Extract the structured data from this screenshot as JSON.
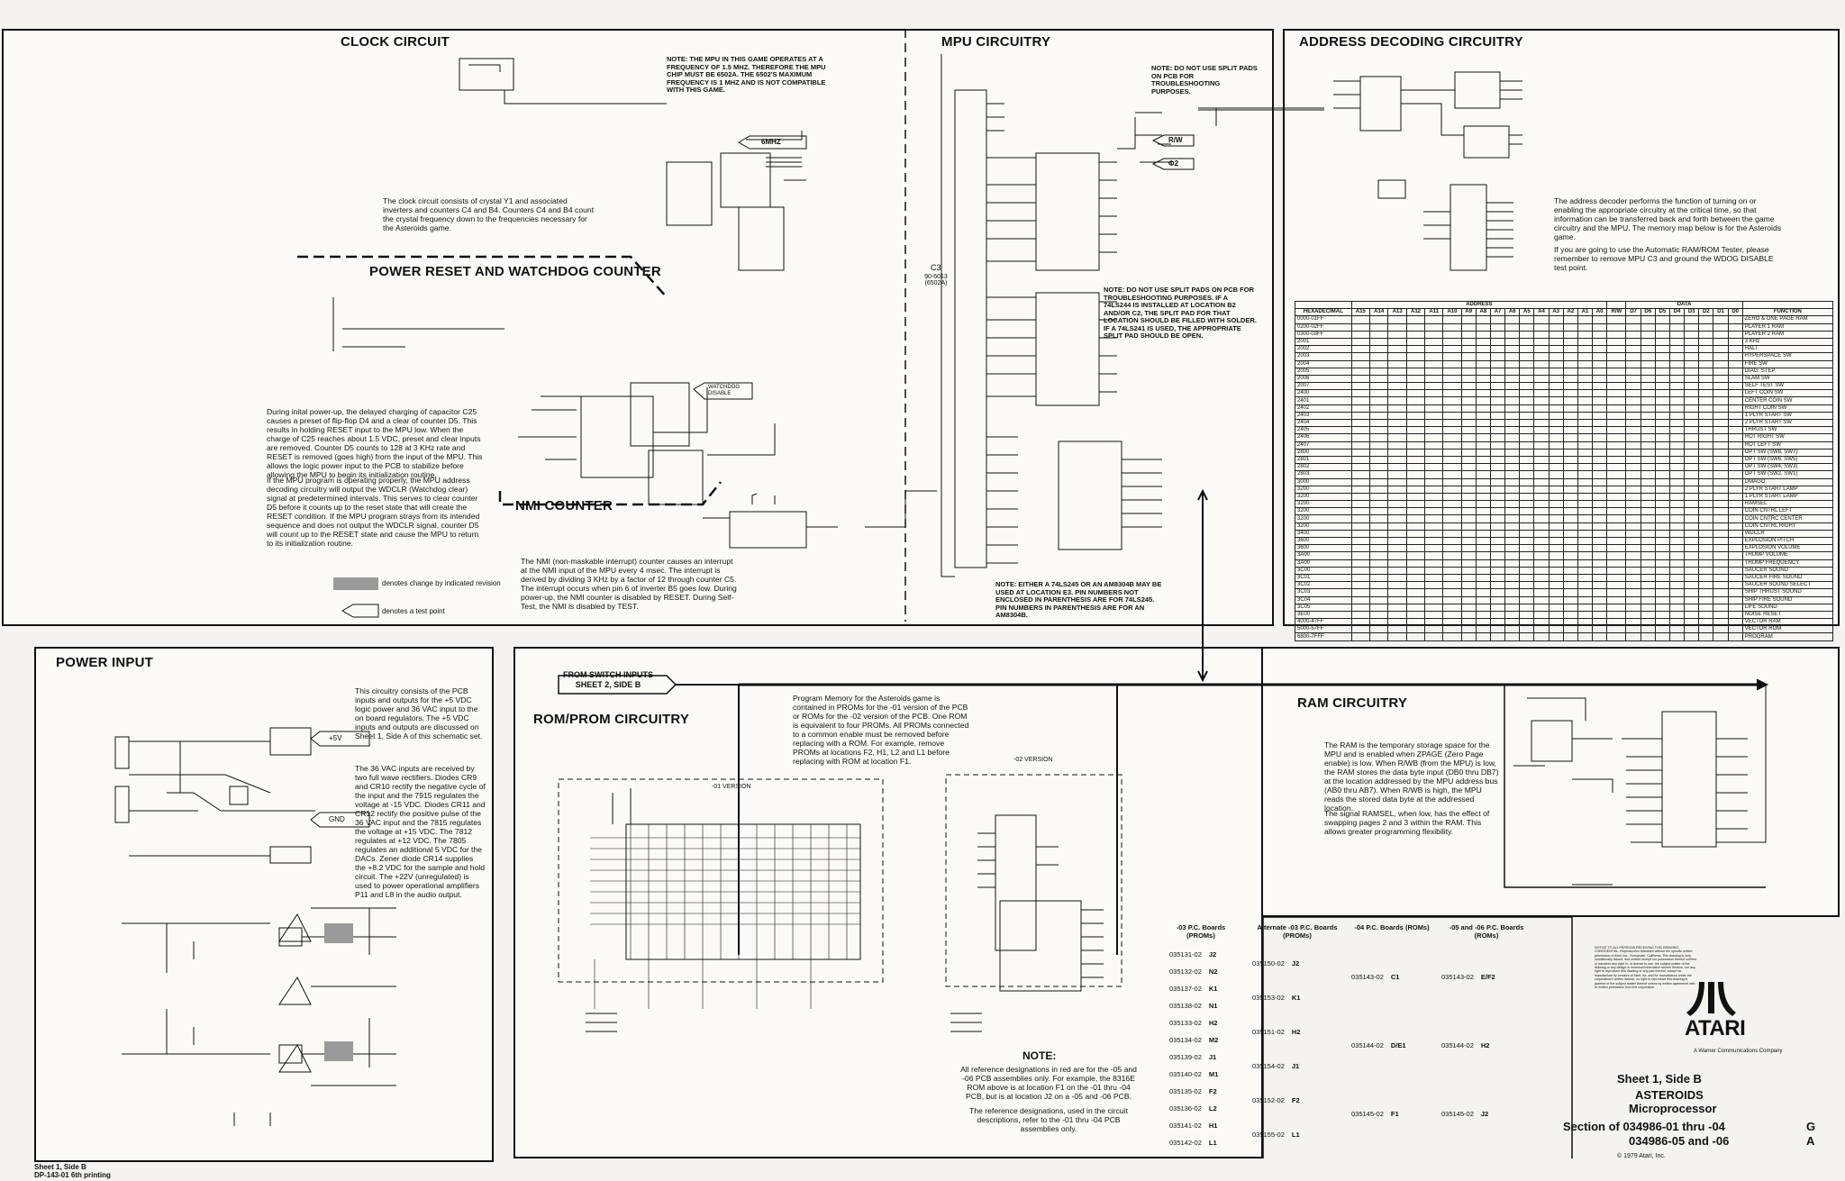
{
  "clock": {
    "title": "CLOCK CIRCUIT",
    "note": "NOTE: THE MPU IN THIS GAME OPERATES AT A FREQUENCY OF 1.5 MHZ. THEREFORE THE MPU CHIP MUST BE 6502A. THE 6502'S MAXIMUM FREQUENCY IS 1 MHZ AND IS NOT COMPATIBLE WITH THIS GAME.",
    "desc": "The clock circuit consists of crystal Y1 and associated inverters and counters C4 and B4. Counters C4 and B4 count the crystal frequency down to the frequencies necessary for the Asteroids game.",
    "test_point": "6MHZ"
  },
  "power_reset": {
    "title": "POWER RESET AND WATCHDOG COUNTER",
    "desc1": "During inital power-up, the delayed charging of capacitor C25 causes a preset of flip-flop D4 and a clear of counter D5. This results in holding RESET input to the MPU low. When the charge of C25 reaches about 1.5 VDC, preset and clear inputs are removed. Counter D5 counts to 128 at 3 KHz rate and RESET is removed (goes high) from the input of the MPU. This allows the logic power input to the PCB to stabilize before allowing the MPU to begin its initialization routine.",
    "desc2": "If the MPU program is operating properly, the MPU address decoding circuitry will output the WDCLR (Watchdog clear) signal at predetermined intervals. This serves to clear counter D5 before it counts up to the reset state that will create the RESET condition. If the MPU program strays from its intended sequence and does not output the WDCLR signal, counter D5 will count up to the RESET state and cause the MPU to return to its initialization routine.",
    "test_point": "WATCHDOG DISABLE"
  },
  "nmi": {
    "title": "NMI COUNTER",
    "desc": "The NMI (non-maskable interrupt) counter causes an interrupt at the NMI input of the MPU every 4 msec. The interrupt is derived by dividing 3 KHz by a factor of 12 through counter C5. The interrupt occurs when pin 6 of inverter B5 goes low. During power-up, the NMI counter is disabled by RESET. During Self-Test, the NMI is disabled by TEST."
  },
  "legend": {
    "revision": "denotes change by indicated revision",
    "test_point": "denotes a test point"
  },
  "mpu": {
    "title": "MPU CIRCUITRY",
    "note1": "NOTE: DO NOT USE SPLIT PADS ON PCB FOR TROUBLESHOOTING PURPOSES.",
    "note2": "NOTE: DO NOT USE SPLIT PADS ON PCB FOR TROUBLESHOOTING PURPOSES. IF A 74LS244 IS INSTALLED AT LOCATION B2 AND/OR C2, THE SPLIT PAD FOR THAT LOCATION SHOULD BE FILLED WITH SOLDER. IF A 74LS241 IS USED, THE APPROPRIATE SPLIT PAD SHOULD BE OPEN.",
    "note3": "NOTE: EITHER A 74LS245 OR AN AM8304B MAY BE USED AT LOCATION E3. PIN NUMBERS NOT ENCLOSED IN PARENTHESIS ARE FOR 74LS245. PIN NUMBERS IN PARENTHESIS ARE FOR AN AM8304B.",
    "chip": "C3",
    "chip_part": "90-6013 (6502A)",
    "test_rw": "R/W",
    "test_phi2": "Φ2"
  },
  "address": {
    "title": "ADDRESS DECODING CIRCUITRY",
    "desc1": "The address decoder performs the function of turning on or enabling the appropriate circuitry at the critical time, so that information can be transferred back and forth between the game circuitry and the MPU. The memory map below is for the Asteroids game.",
    "desc2": "If you are going to use the Automatic RAM/ROM Tester, please remember to remove MPU C3 and ground the WDOG DISABLE test point.",
    "table_header": [
      "HEXADECIMAL",
      "A15",
      "A14",
      "A13",
      "A12",
      "A11",
      "A10",
      "A9",
      "A8",
      "A7",
      "A6",
      "A5",
      "A4",
      "A3",
      "A2",
      "A1",
      "A0",
      "R/W",
      "D7",
      "D6",
      "D5",
      "D4",
      "D3",
      "D2",
      "D1",
      "D0",
      "FUNCTION"
    ],
    "group_address": "ADDRESS",
    "group_data": "DATA",
    "rows": [
      [
        "0000-01FF",
        "ZERO & ONE PAGE RAM"
      ],
      [
        "0200-02FF",
        "PLAYER 1 RAM"
      ],
      [
        "0300-03FF",
        "PLAYER 2 RAM"
      ],
      [
        "2001",
        "3 KHz"
      ],
      [
        "2002",
        "HALT"
      ],
      [
        "2003",
        "HYPERSPACE SW"
      ],
      [
        "2004",
        "FIRE SW"
      ],
      [
        "2005",
        "DIAG. STEP"
      ],
      [
        "2006",
        "SLAM SW"
      ],
      [
        "2007",
        "SELF TEST SW"
      ],
      [
        "2400",
        "LEFT COIN SW"
      ],
      [
        "2401",
        "CENTER COIN SW"
      ],
      [
        "2402",
        "RIGHT COIN SW"
      ],
      [
        "2403",
        "1 PLYR START SW"
      ],
      [
        "2404",
        "2 PLYR START SW"
      ],
      [
        "2405",
        "THRUST SW"
      ],
      [
        "2406",
        "ROT RIGHT SW"
      ],
      [
        "2407",
        "ROT LEFT SW"
      ],
      [
        "2800",
        "OPT SW (SW8, SW7)"
      ],
      [
        "2801",
        "OPT SW (SW6, SW5)"
      ],
      [
        "2802",
        "OPT SW (SW4, SW3)"
      ],
      [
        "2803",
        "OPT SW (SW2, SW1)"
      ],
      [
        "3000",
        "DMAGO"
      ],
      [
        "3200",
        "2 PLYR START LAMP"
      ],
      [
        "3200",
        "1 PLYR START LAMP"
      ],
      [
        "3200",
        "RAMSEL"
      ],
      [
        "3200",
        "COIN CNTRL LEFT"
      ],
      [
        "3200",
        "COIN CNTRC CENTER"
      ],
      [
        "3200",
        "COIN CNTRL RIGHT"
      ],
      [
        "3400",
        "WDCLR"
      ],
      [
        "3600",
        "EXPLOSION PITCH"
      ],
      [
        "3600",
        "EXPLOSION VOLUME"
      ],
      [
        "3A00",
        "THUMP VOLUME"
      ],
      [
        "3A00",
        "THUMP FREQUENCY"
      ],
      [
        "3C00",
        "SAUCER SOUND"
      ],
      [
        "3C01",
        "SAUCER FIRE SOUND"
      ],
      [
        "3C02",
        "SAUCER SOUND SELECT"
      ],
      [
        "3C03",
        "SHIP THRUST SOUND"
      ],
      [
        "3C04",
        "SHIP FIRE SOUND"
      ],
      [
        "3C05",
        "LIFE SOUND"
      ],
      [
        "3E00",
        "NOISE RESET"
      ],
      [
        "4000-47FF",
        "VECTOR RAM"
      ],
      [
        "5000-57FF",
        "VECTOR ROM"
      ],
      [
        "6800-7FFF",
        "PROGRAM"
      ]
    ]
  },
  "power_input": {
    "title": "POWER INPUT",
    "desc1": "This circuitry consists of the PCB inputs and outputs for the +5 VDC logic power and 36 VAC input to the on board regulators. The +5 VDC inputs and outputs are discussed on Sheet 1, Side A of this schematic set.",
    "desc2": "The 36 VAC inputs are received by two full wave rectifiers. Diodes CR9 and CR10 rectify the negative cycle of the input and the 7915 regulates the voltage at -15 VDC. Diodes CR11 and CR12 rectify the positive pulse of the 36 VAC input and the 7815 regulates the voltage at +15 VDC. The 7812 regulates at +12 VDC. The 7805 regulates an additional 5 VDC for the DACs. Zener diode CR14 supplies the +8.2 VDC for the sample and hold circuit. The +22V (unregulated) is used to power operational amplifiers P11 and L8 in the audio output.",
    "plus5": "+5V",
    "gnd": "GND"
  },
  "rom": {
    "title": "ROM/PROM CIRCUITRY",
    "switch_inputs": "FROM SWITCH INPUTS SHEET 2, SIDE B",
    "desc": "Program Memory for the Asteroids game is contained in PROMs for the -01 version of the PCB or ROMs for the -02 version of the PCB. One ROM is equivalent to four PROMs. All PROMs connected to a common enable must be removed before replacing with a ROM. For example, remove PROMs at locations F2, H1, L2 and L1 before replacing with ROM at location F1.",
    "v01": "-01 VERSION",
    "v02": "-02 VERSION",
    "note_title": "NOTE:",
    "note1": "All reference designations in red are for the -05 and -06 PCB assemblies only. For example, the 8316E ROM above is at location F1 on the -01 thru -04 PCB, but is at location J2 on a -05 and -06 PCB.",
    "note2": "The reference designations, used in the circuit descriptions, refer to the -01 thru -04 PCB assemblies only."
  },
  "rom_table": {
    "headers": [
      "-03 P.C. Boards (PROMs)",
      "Alternate -03 P.C. Boards (PROMs)",
      "-04 P.C. Boards (ROMs)",
      "-05 and -06 P.C. Boards (ROMs)"
    ],
    "col1": [
      [
        "035131-02",
        "J2"
      ],
      [
        "035132-02",
        "N2"
      ],
      [
        "035137-02",
        "K1"
      ],
      [
        "035138-02",
        "N1"
      ],
      [
        "035133-02",
        "H2"
      ],
      [
        "035134-02",
        "M2"
      ],
      [
        "035139-02",
        "J1"
      ],
      [
        "035140-02",
        "M1"
      ],
      [
        "035135-02",
        "F2"
      ],
      [
        "035136-02",
        "L2"
      ],
      [
        "035141-02",
        "H1"
      ],
      [
        "035142-02",
        "L1"
      ]
    ],
    "col2": [
      [
        "035150-02",
        "J2"
      ],
      [
        "035153-02",
        "K1"
      ],
      [
        "035151-02",
        "H2"
      ],
      [
        "035154-02",
        "J1"
      ],
      [
        "035152-02",
        "F2"
      ],
      [
        "035155-02",
        "L1"
      ]
    ],
    "col3": [
      [
        "035143-02",
        "C1"
      ],
      [
        "035144-02",
        "D/E1"
      ],
      [
        "035145-02",
        "F1"
      ]
    ],
    "col4": [
      [
        "035143-02",
        "E/F2"
      ],
      [
        "035144-02",
        "H2"
      ],
      [
        "035145-02",
        "J2"
      ]
    ]
  },
  "ram": {
    "title": "RAM CIRCUITRY",
    "desc1": "The RAM is the temporary storage space for the MPU and is enabled when ZPAGE (Zero Page enable) is low. When R/WB (from the MPU) is low, the RAM stores the data byte input (DB0 thru DB7) at the location addressed by the MPU address bus (AB0 thru AB7). When R/WB is high, the MPU reads the stored data byte at the addressed location.",
    "desc2": "The signal RAMSEL, when low, has the effect of swapping pages 2 and 3 within the RAM. This allows greater programming flexibility."
  },
  "title_block": {
    "notice": "NOTICE TO ALL PERSONS RECEIVING THIS DRAWING: CONFIDENTIAL: Reproduction forbidden without the specific written permission of Atari, Inc., Sunnyvale, California. This drawing is only conditionally issued, and neither receipt nor possession thereof confers or transfers any right in, or license to use, the subject matter of the drawing or any design or technical information shown thereon, nor any right to reproduce this drawing or any part thereof, except for manufacture by vendors of Atari, Inc. and for manufacture under the corporation's written license, no right to reproduce this drawing is granted or the subject matter thereof unless by written agreement with or written permission from the corporation.",
    "brand": "ATARI",
    "company": "A Warner Communications Company",
    "sheet": "Sheet 1, Side B",
    "game": "ASTEROIDS",
    "subtitle": "Microprocessor",
    "section1": "Section of 034986-01 thru -04",
    "rev1": "G",
    "section2": "034986-05 and -06",
    "rev2": "A",
    "copyright": "© 1979 Atari, Inc."
  },
  "footer": {
    "sheet": "Sheet 1, Side B",
    "print": "DP-143-01 6th printing"
  },
  "colors": {
    "ink": "#111111",
    "paper": "#fbfaf7",
    "revision_fill": "#9a9a9a"
  }
}
